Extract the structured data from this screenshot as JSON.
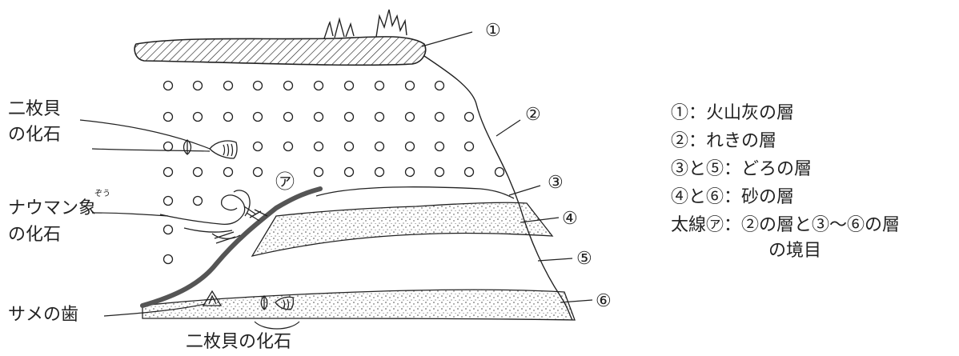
{
  "markers": [
    "①",
    "②",
    "③",
    "④",
    "⑤",
    "⑥",
    "㋐"
  ],
  "left_labels": {
    "bivalve_line1": "二枚貝",
    "bivalve_line2": "の化石",
    "naumann_line1": "ナウマン象",
    "naumann_ruby": "ぞう",
    "naumann_line2": "の化石",
    "shark": "サメの歯",
    "bottom_bivalve": "二枚貝の化石"
  },
  "legend": [
    "①：火山灰の層",
    "②：れきの層",
    "③と⑤：どろの層",
    "④と⑥：砂の層",
    "太線㋐：②の層と③～⑥の層",
    "の境目"
  ],
  "colors": {
    "ink": "#222222",
    "boundary": "#555555",
    "sand_dots": "#444444"
  }
}
